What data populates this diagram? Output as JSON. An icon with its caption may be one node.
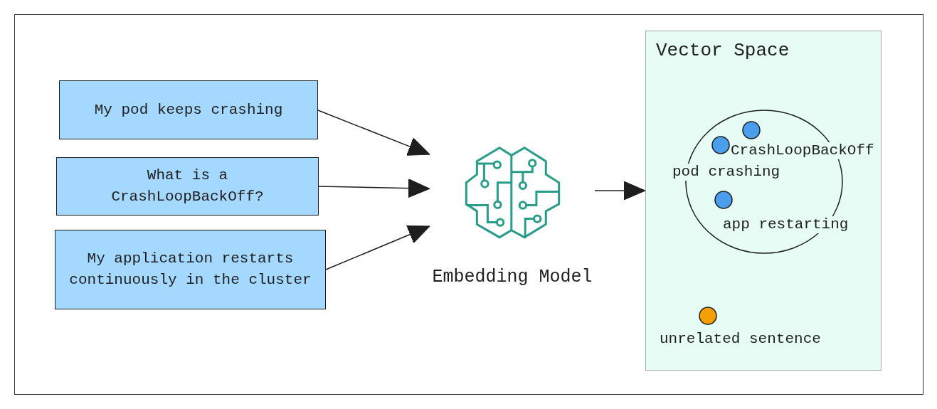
{
  "diagram": {
    "nodes": [
      {
        "text": [
          "My pod keeps crashing"
        ]
      },
      {
        "text": [
          "What is a CrashLoopBackOff?"
        ]
      },
      {
        "text": [
          "My application restarts continuously in the cluster"
        ]
      },
      {
        "text": [
          "Embedding Model"
        ]
      },
      {
        "text": [
          "Vector Space"
        ]
      },
      {
        "text": [],
        "shape": "circle",
        "in": 4
      },
      {
        "text": [],
        "shape": "circle",
        "in": 5,
        "beside": [
          "CrashLoopBackOff"
        ]
      },
      {
        "text": [],
        "shape": "circle",
        "in": 5,
        "beside": [
          "pod crashing"
        ]
      },
      {
        "text": [],
        "shape": "circle",
        "in": 5,
        "beside": [
          "app restarting"
        ]
      },
      {
        "text": [],
        "shape": "circle",
        "in": 4,
        "beside": [
          "unrelated sentence"
        ]
      }
    ],
    "edges": [
      {
        "from": 0,
        "to": 3,
        "arrow": "to"
      },
      {
        "from": 1,
        "to": 3,
        "arrow": "to"
      },
      {
        "from": 2,
        "to": 3,
        "arrow": "to"
      },
      {
        "from": 3,
        "to": 4,
        "arrow": "to"
      }
    ]
  }
}
